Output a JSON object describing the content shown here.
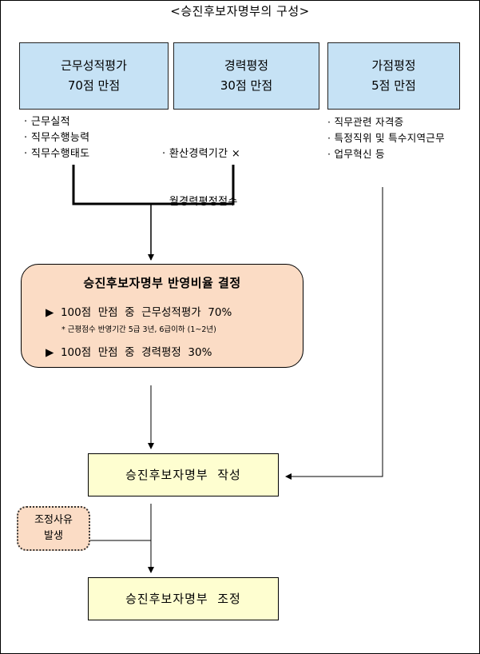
{
  "title": "<승진후보자명부의 구성>",
  "top_boxes": [
    {
      "line1": "근무성적평가",
      "line2": "70점  만점",
      "items": [
        "· 근무실적",
        "· 직무수행능력",
        "· 직무수행태도"
      ]
    },
    {
      "line1": "경력평정",
      "line2": "30점  만점",
      "items": [
        "· 환산경력기간 ×",
        "  월경력평정점수"
      ]
    },
    {
      "line1": "가점평정",
      "line2": "5점  만점",
      "items": [
        "· 직무관련 자격증",
        "· 특정직위 및 특수지역근무",
        "· 업무혁신 등"
      ]
    }
  ],
  "decision": {
    "title": "승진후보자명부  반영비율  결정",
    "line1": "▶  100점  만점  중  근무성적평가  70%",
    "note": "* 근평점수 반영기간 5급 3년, 6급이하 (1~2년)",
    "line2": "▶  100점  만점  중  경력평정  30%"
  },
  "write_box": "승진후보자명부  작성",
  "adjust_reason": {
    "line1": "조정사유",
    "line2": "발생"
  },
  "adjust_box": "승진후보자명부  조정",
  "colors": {
    "top_box": "#c6e2f5",
    "decision_box": "#fbdcc5",
    "result_box": "#fefed0"
  }
}
